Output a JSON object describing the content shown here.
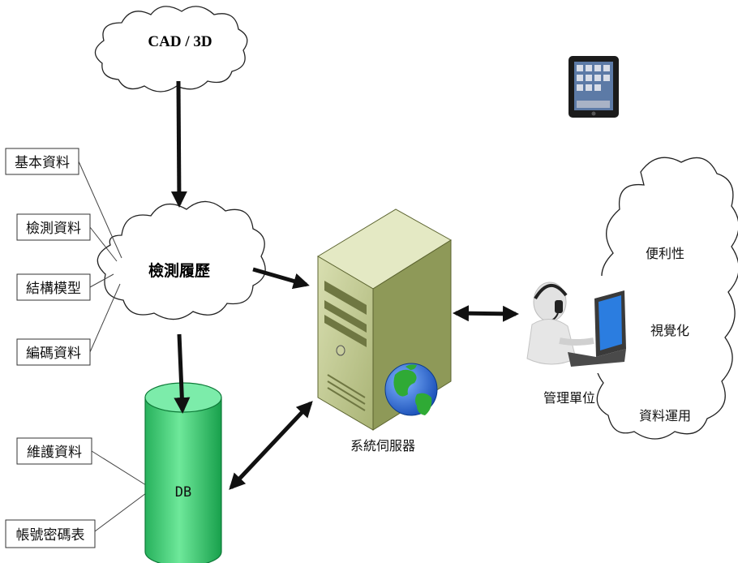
{
  "clouds": {
    "cad": "CAD / 3D",
    "history": "檢測履歷",
    "benefits": [
      "便利性",
      "視覺化",
      "資料運用"
    ]
  },
  "data_boxes": [
    "基本資料",
    "檢測資料",
    "結構模型",
    "編碼資料"
  ],
  "db_boxes": [
    "維護資料",
    "帳號密碼表"
  ],
  "database": {
    "label": "DB"
  },
  "server": {
    "label": "系統伺服器"
  },
  "manager": {
    "label": "管理單位"
  },
  "colors": {
    "db_fill": "#2ec46a",
    "server_fill": "#b9c486",
    "globe": "#2d6fd6",
    "arrow": "#111111"
  }
}
